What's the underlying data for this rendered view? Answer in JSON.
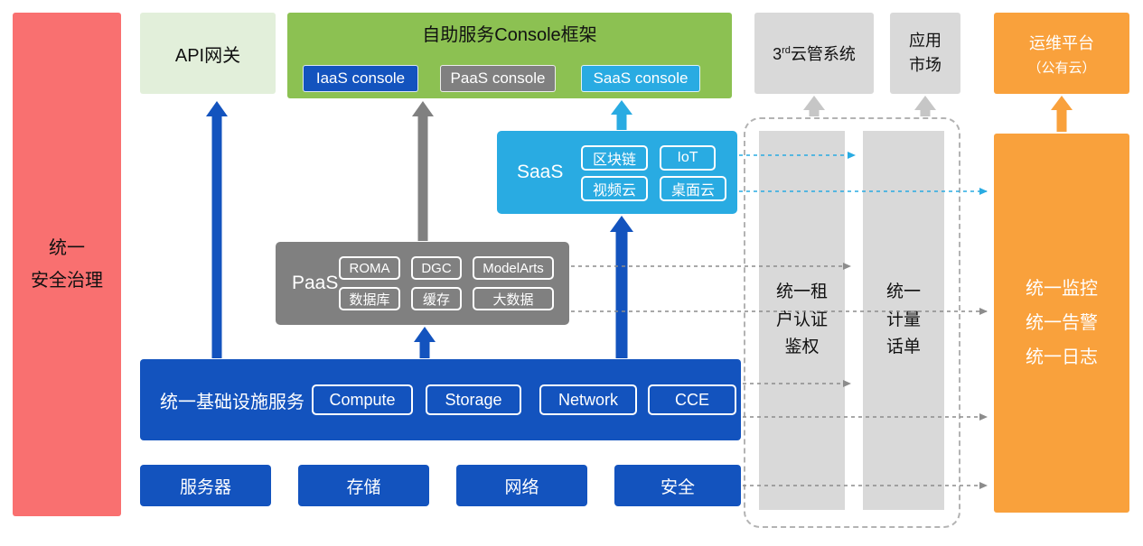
{
  "colors": {
    "red": "#F97070",
    "light_green": "#E2EFDA",
    "green": "#8CC152",
    "blue": "#1353BE",
    "gray": "#808080",
    "light_gray": "#D9D9D9",
    "cyan": "#29ABE2",
    "orange": "#F9A13C"
  },
  "security_bar": {
    "line1": "统一",
    "line2": "安全治理"
  },
  "api_gateway": {
    "label": "API网关"
  },
  "console_frame": {
    "title": "自助服务Console框架",
    "iaas_console": "IaaS console",
    "paas_console": "PaaS console",
    "saas_console": "SaaS console"
  },
  "third_party_cloud": {
    "prefix": "3",
    "sup": "rd",
    "suffix": "云管系统"
  },
  "app_market": {
    "line1": "应用",
    "line2": "市场"
  },
  "om_platform": {
    "line1": "运维平台",
    "line2": "（公有云）"
  },
  "saas": {
    "label": "SaaS",
    "items": [
      "区块链",
      "IoT",
      "视频云",
      "桌面云"
    ]
  },
  "paas": {
    "label": "PaaS",
    "items": [
      "ROMA",
      "DGC",
      "ModelArts",
      "数据库",
      "缓存",
      "大数据"
    ]
  },
  "iaas": {
    "label": "统一基础设施服务",
    "items": [
      "Compute",
      "Storage",
      "Network",
      "CCE"
    ]
  },
  "hardware": {
    "items": [
      "服务器",
      "存储",
      "网络",
      "安全"
    ]
  },
  "auth_bar": {
    "line1": "统一租",
    "line2": "户认证",
    "line3": "鉴权"
  },
  "billing_bar": {
    "line1": "统一",
    "line2": "计量",
    "line3": "话单"
  },
  "monitor_box": {
    "line1": "统一监控",
    "line2": "统一告警",
    "line3": "统一日志"
  }
}
